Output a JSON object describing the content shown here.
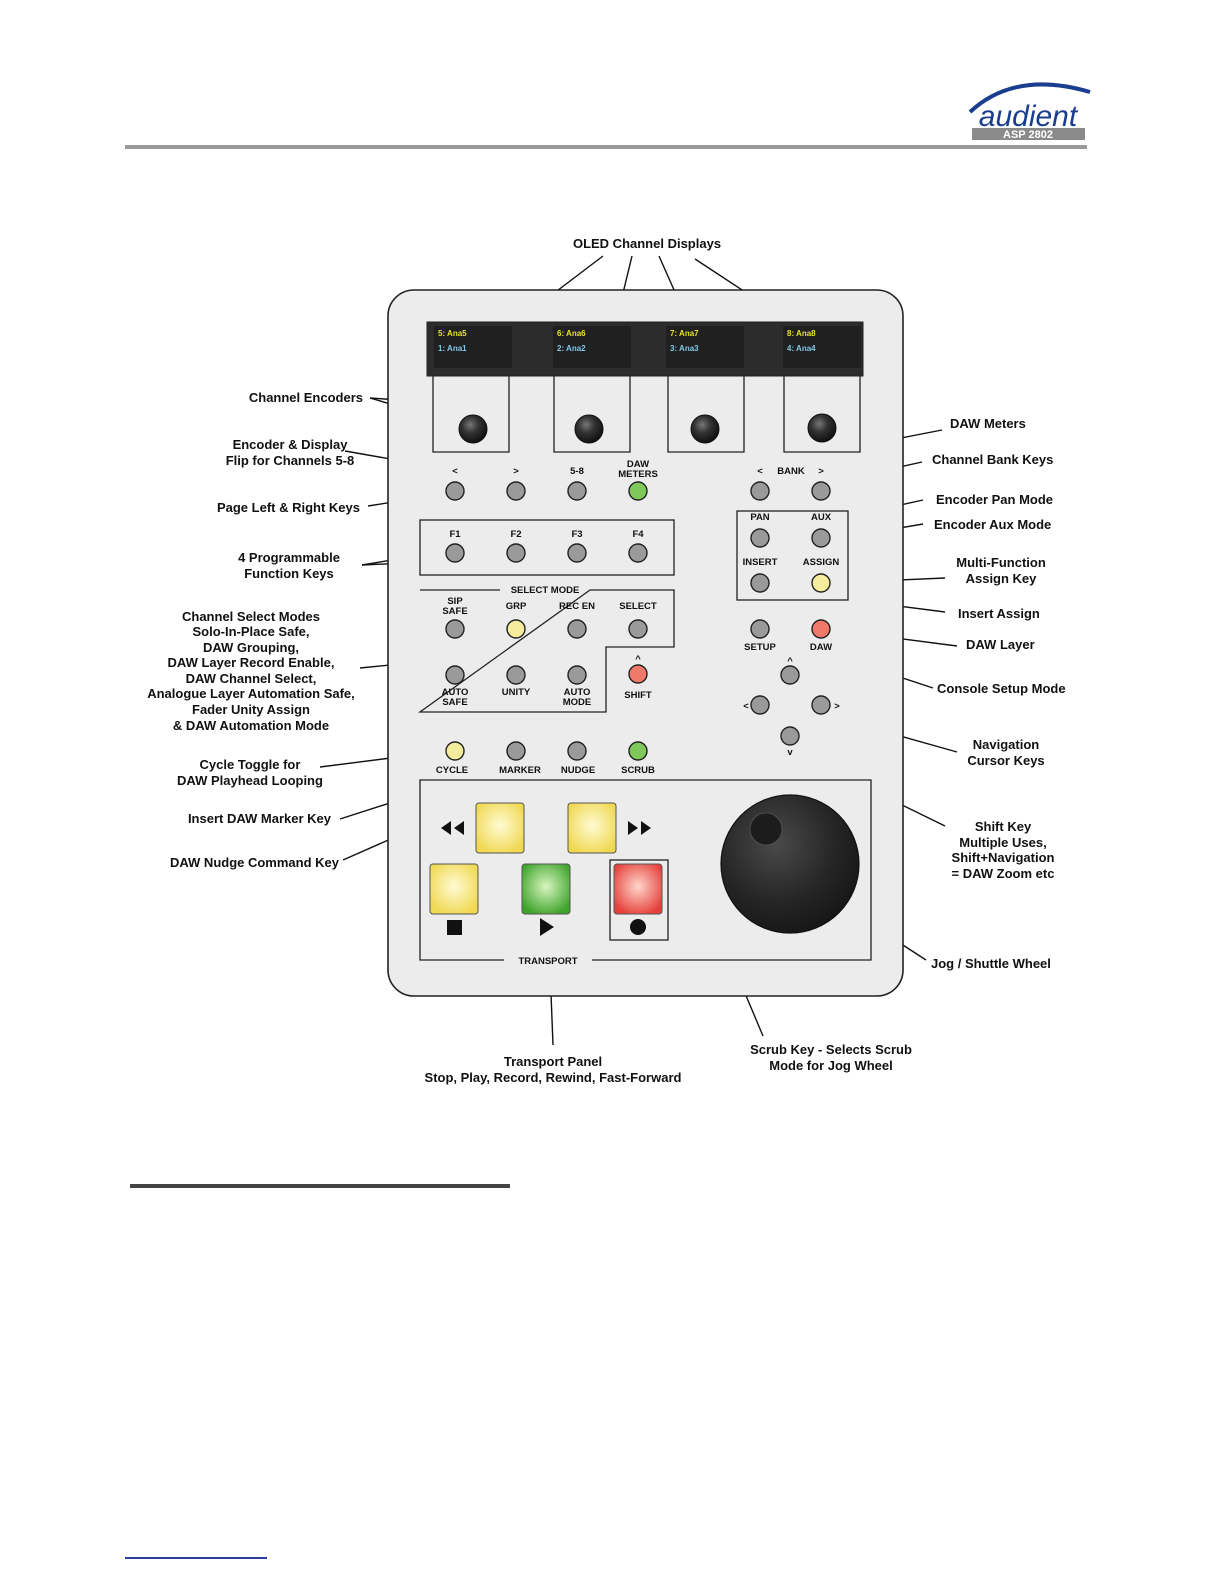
{
  "brand": {
    "name": "audient",
    "model": "ASP 2802"
  },
  "colors": {
    "panel": "#ececec",
    "key_grey": "#9a9a9a",
    "key_yellow": "#f5ec9e",
    "key_green": "#7ec95a",
    "key_red": "#ef7a6a",
    "oled_bg": "#2c2c2c",
    "oled_yellow": "#e8e22a",
    "oled_cyan": "#7fc8e8"
  },
  "oled": [
    {
      "top": "5: Ana5",
      "bottom": "1: Ana1"
    },
    {
      "top": "6: Ana6",
      "bottom": "2: Ana2"
    },
    {
      "top": "7: Ana7",
      "bottom": "3: Ana3"
    },
    {
      "top": "8: Ana8",
      "bottom": "4: Ana4"
    }
  ],
  "panel_labels": {
    "page_left": "<",
    "page_right": ">",
    "flip": "5-8",
    "daw_meters_1": "DAW",
    "daw_meters_2": "METERS",
    "bank_left": "<",
    "bank": "BANK",
    "bank_right": ">",
    "f1": "F1",
    "f2": "F2",
    "f3": "F3",
    "f4": "F4",
    "select_mode": "SELECT MODE",
    "sip_1": "SIP",
    "sip_2": "SAFE",
    "grp": "GRP",
    "rec_en": "REC EN",
    "select": "SELECT",
    "auto_safe_1": "AUTO",
    "auto_safe_2": "SAFE",
    "unity": "UNITY",
    "auto_mode_1": "AUTO",
    "auto_mode_2": "MODE",
    "shift_caret": "^",
    "shift": "SHIFT",
    "pan": "PAN",
    "aux": "AUX",
    "insert": "INSERT",
    "assign": "ASSIGN",
    "setup": "SETUP",
    "daw": "DAW",
    "nav_up": "^",
    "nav_left": "<",
    "nav_right": ">",
    "nav_down": "v",
    "cycle": "CYCLE",
    "marker": "MARKER",
    "nudge": "NUDGE",
    "scrub": "SCRUB",
    "transport": "TRANSPORT"
  },
  "callouts": {
    "oled": "OLED Channel Displays",
    "encoders": "Channel Encoders",
    "flip_1": "Encoder & Display",
    "flip_2": "Flip for Channels  5-8",
    "page_keys": "Page Left & Right Keys",
    "func_1": "4 Programmable",
    "func_2": "Function Keys",
    "select_modes": [
      "Channel Select Modes",
      "Solo-In-Place Safe,",
      "DAW Grouping,",
      "DAW Layer Record Enable,",
      "DAW Channel Select,",
      "Analogue Layer Automation Safe,",
      "Fader Unity Assign",
      "& DAW Automation Mode"
    ],
    "cycle_1": "Cycle Toggle for",
    "cycle_2": "DAW Playhead Looping",
    "marker": "Insert DAW Marker Key",
    "nudge": "DAW Nudge Command Key",
    "daw_meters": "DAW Meters",
    "bank_keys": "Channel Bank Keys",
    "pan_mode": "Encoder Pan Mode",
    "aux_mode": "Encoder Aux Mode",
    "assign_1": "Multi-Function",
    "assign_2": "Assign Key",
    "insert_assign": "Insert Assign",
    "daw_layer": "DAW Layer",
    "setup_mode": "Console Setup Mode",
    "nav_1": "Navigation",
    "nav_2": "Cursor Keys",
    "shift": [
      "Shift Key",
      "Multiple Uses,",
      "Shift+Navigation",
      "= DAW Zoom etc"
    ],
    "jog": "Jog / Shuttle Wheel",
    "transport_1": "Transport Panel",
    "transport_2": "Stop, Play, Record, Rewind, Fast-Forward",
    "scrub_1": "Scrub Key - Selects Scrub",
    "scrub_2": "Mode for Jog Wheel"
  }
}
